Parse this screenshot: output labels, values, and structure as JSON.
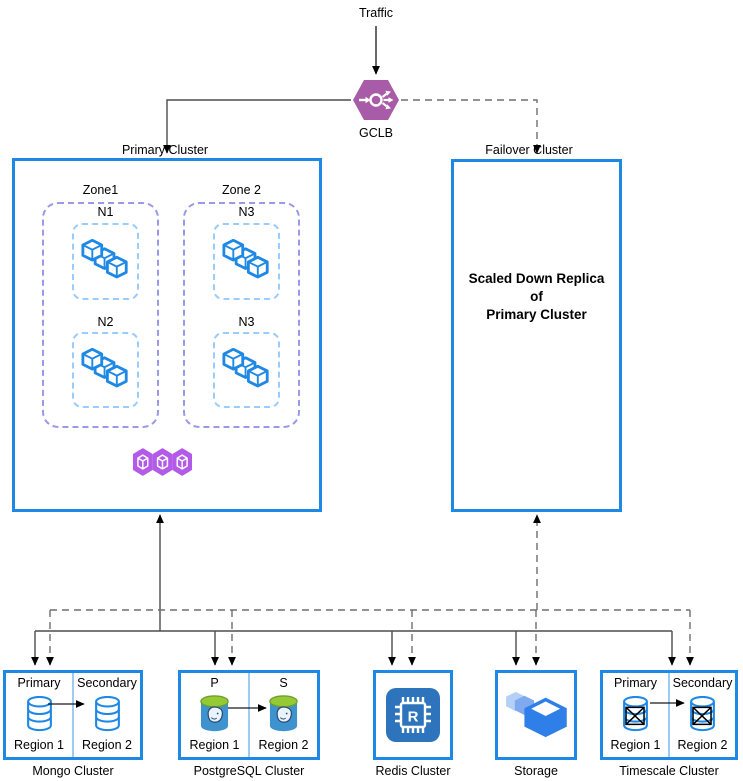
{
  "top": {
    "traffic_label": "Traffic",
    "gclb_label": "GCLB"
  },
  "primary_cluster": {
    "label": "Primary Cluster",
    "zones": [
      {
        "label": "Zone1",
        "nodes": [
          "N1",
          "N2"
        ]
      },
      {
        "label": "Zone 2",
        "nodes": [
          "N3",
          "N3"
        ]
      }
    ]
  },
  "failover_cluster": {
    "label": "Failover Cluster",
    "body_lines": [
      "Scaled Down Replica",
      "of",
      "Primary Cluster"
    ]
  },
  "datastores": {
    "mongo": {
      "label": "Mongo Cluster",
      "left_role": "Primary",
      "right_role": "Secondary",
      "left_region": "Region 1",
      "right_region": "Region 2"
    },
    "postgres": {
      "label": "PostgreSQL Cluster",
      "left_role": "P",
      "right_role": "S",
      "left_region": "Region 1",
      "right_region": "Region 2"
    },
    "redis": {
      "label": "Redis Cluster"
    },
    "storage": {
      "label": "Storage"
    },
    "timescale": {
      "label": "Timescale Cluster",
      "left_role": "Primary",
      "right_role": "Secondary",
      "left_region": "Region 1",
      "right_region": "Region 2"
    }
  },
  "icons": {
    "gclb": "load-balancer-icon",
    "node_workload": "container-cubes-icon",
    "cluster_workloads": "hexagon-pods-icon",
    "mongo": "database-cylinder-icon",
    "postgres": "postgresql-database-icon",
    "redis": "redis-chip-icon",
    "storage": "storage-boxes-icon",
    "timescale": "crossed-database-icon"
  },
  "colors": {
    "cluster_border": "#1E88E5",
    "zone_dash": "#9999E8",
    "node_dash": "#99CCFF",
    "cube_blue": "#1E88E5",
    "gclb_purple": "#A85CA8",
    "pods_purple": "#B35AE8",
    "postgres_green": "#96CA35",
    "postgres_blue": "#3E93CE",
    "redis_blue": "#2E74BC",
    "storage_blue": "#2E7FE8",
    "divider_blue": "#9CCCF5",
    "solid_line": "#4d4d4d",
    "dashed_line": "#6e6e6e"
  }
}
